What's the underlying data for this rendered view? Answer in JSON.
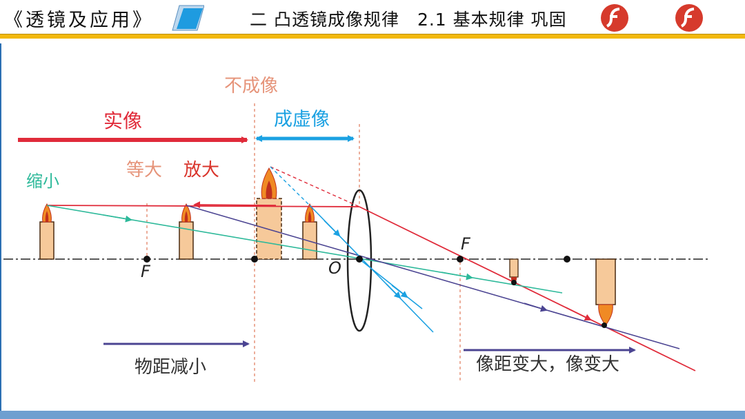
{
  "header": {
    "book_title": "《透镜及应用》",
    "lesson_title": "二 凸透镜成像规律　2.1 基本规律 巩固",
    "icons": [
      "parallelogram-shape",
      "flash-icon",
      "flash-icon"
    ]
  },
  "diagram": {
    "region_labels": {
      "no_image": "不成像",
      "real_image": "实像",
      "virtual_image": "成虚像",
      "smaller": "缩小",
      "equal_size": "等大",
      "enlarged": "放大"
    },
    "point_labels": {
      "focal_left": "F",
      "focal_right": "F",
      "optical_center": "O"
    },
    "trend_labels": {
      "object_distance": "物距减小",
      "image_distance": "像距变大，像变大"
    }
  },
  "colors": {
    "real_image": "#e02b3a",
    "virtual_image": "#1ba1e2",
    "small_label": "#2db99a",
    "faded_label": "#e6947a",
    "enlarged_label": "#d9342b",
    "trend_arrow": "#4b4492",
    "header_accent": "#f2b90d",
    "bottom_bar": "#6f9fd0",
    "candle": "#f6c99a",
    "candle_stroke": "#4a2a10"
  }
}
